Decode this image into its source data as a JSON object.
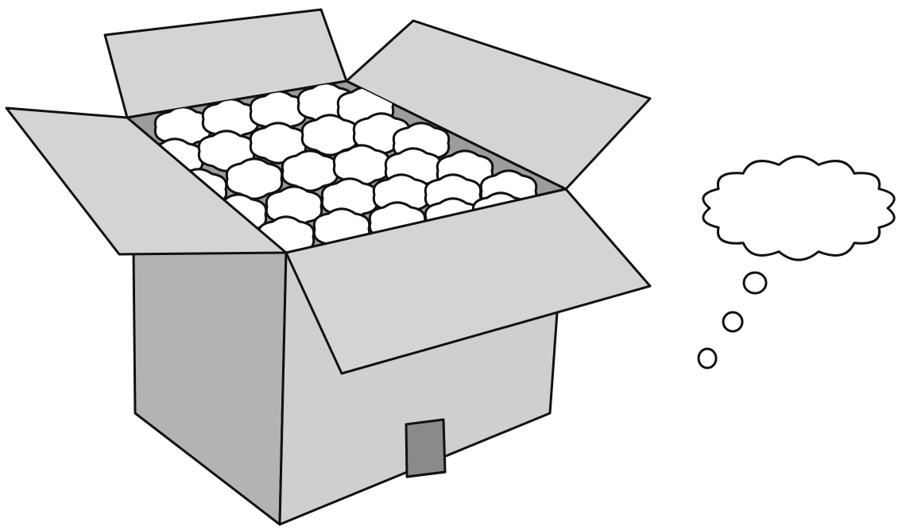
{
  "illustration": {
    "subjects": [
      "open-cardboard-box",
      "packing-peanuts",
      "thought-bubble"
    ],
    "colors": {
      "background": "#ffffff",
      "outline": "#111111",
      "box_front": "#cfcfcf",
      "box_side": "#b3b3b3",
      "box_inside": "#9c9c9c",
      "flap": "#d4d4d4",
      "peanuts": "#ffffff",
      "door": "#8a8a8a",
      "thought_bubble": "#ffffff"
    }
  }
}
